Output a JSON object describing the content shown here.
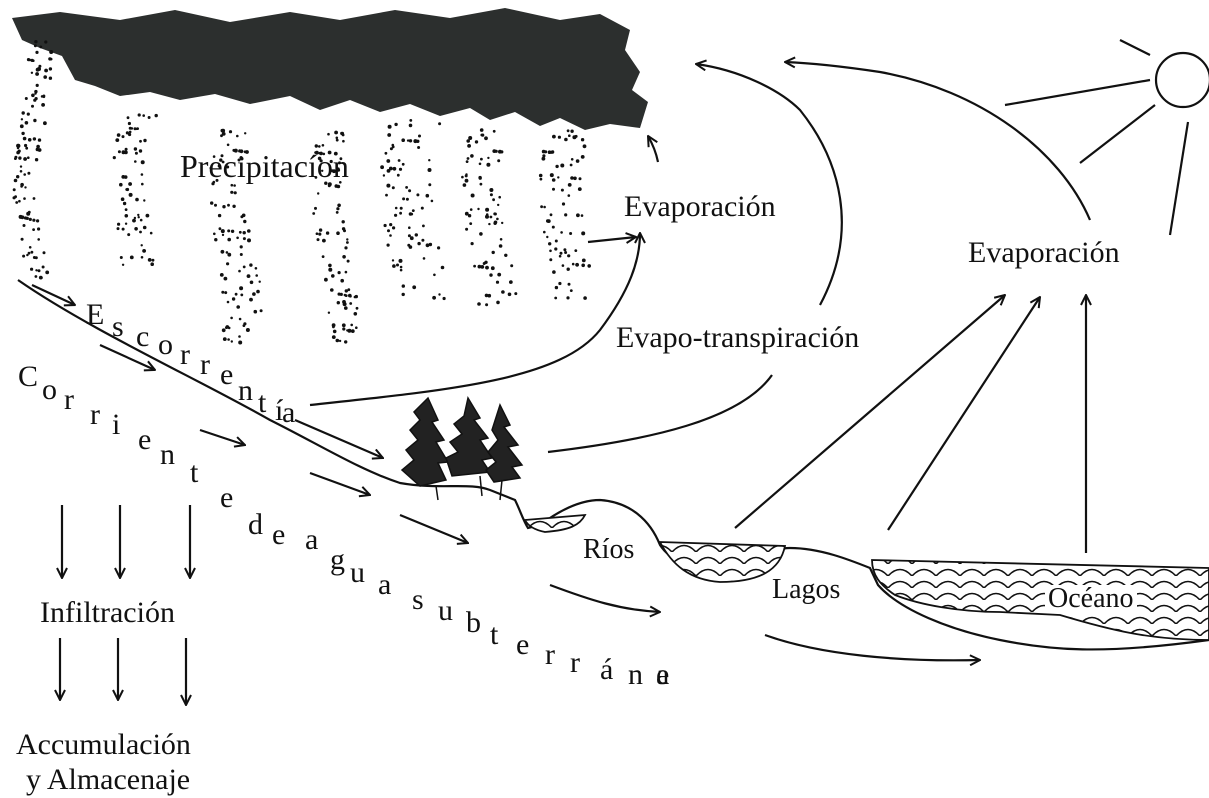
{
  "labels": {
    "precipitacion": "Precipitacíon",
    "evaporacion_center": "Evaporación",
    "evaporacion_right": "Evaporación",
    "evapotranspiracion": "Evapo-transpiración",
    "escorrentia": "Escorrentía",
    "corriente": "Corriente de agua subterránea",
    "infiltracion": "Infiltración",
    "accumulacion": "Accumulación",
    "almacenaje": "y Almacenaje",
    "rios": "Ríos",
    "lagos": "Lagos",
    "oceano": "Océano"
  },
  "colors": {
    "ink": "#111111",
    "cloud": "#2c2f2e",
    "paper": "#ffffff"
  },
  "icons": [
    "cloud-icon",
    "sun-icon",
    "tree-icon",
    "water-wave-icon",
    "rain-dots-icon",
    "arrow-icon"
  ]
}
